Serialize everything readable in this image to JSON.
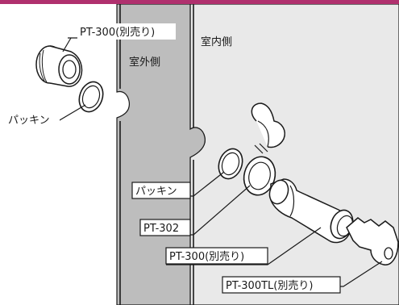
{
  "colors": {
    "accent_bar": "#b0306e",
    "outdoor_wall": "#bdbdbd",
    "indoor_wall": "#e9e9e9",
    "line": "#1a1a1a"
  },
  "regions": {
    "outdoor": "室外側",
    "indoor": "室内側"
  },
  "callouts": {
    "pt300_top": "PT-300(別売り)",
    "packing_left": "パッキン",
    "packing_right": "パッキン",
    "pt302": "PT-302",
    "pt300_bottom": "PT-300(別売り)",
    "pt300tl": "PT-300TL(別売り)"
  }
}
